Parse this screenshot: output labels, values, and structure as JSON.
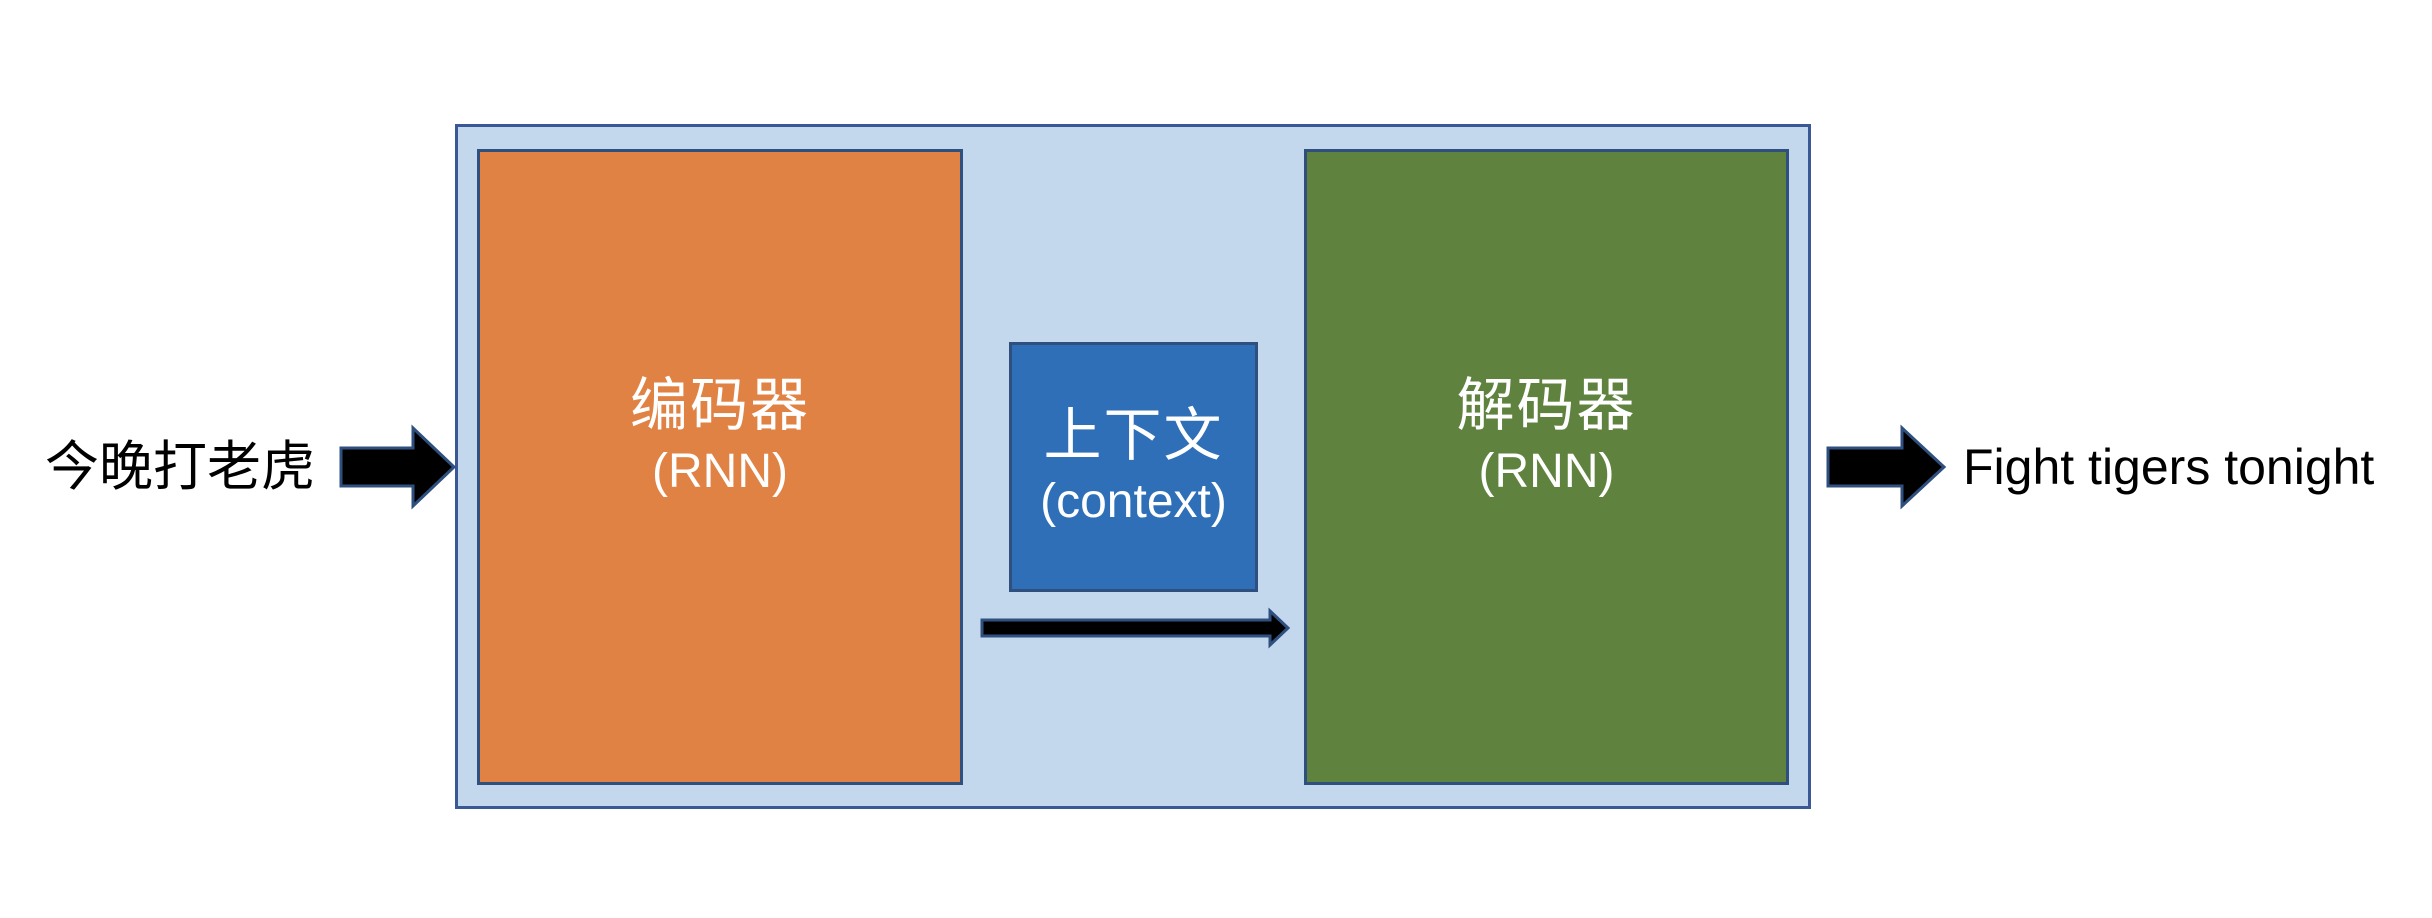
{
  "input": {
    "text": "今晚打老虎"
  },
  "encoder": {
    "title": "编码器",
    "subtitle": "(RNN)"
  },
  "context": {
    "title": "上下文",
    "subtitle": "(context)"
  },
  "decoder": {
    "title": "解码器",
    "subtitle": "(RNN)"
  },
  "output": {
    "text": "Fight tigers tonight"
  },
  "colors": {
    "outer_fill": "#c3d8ec",
    "outer_border": "#3a5894",
    "encoder_fill": "#e08244",
    "context_fill": "#2e6fb8",
    "decoder_fill": "#5f833f",
    "arrow_fill": "#000000",
    "arrow_stroke": "#2f4f7f"
  }
}
